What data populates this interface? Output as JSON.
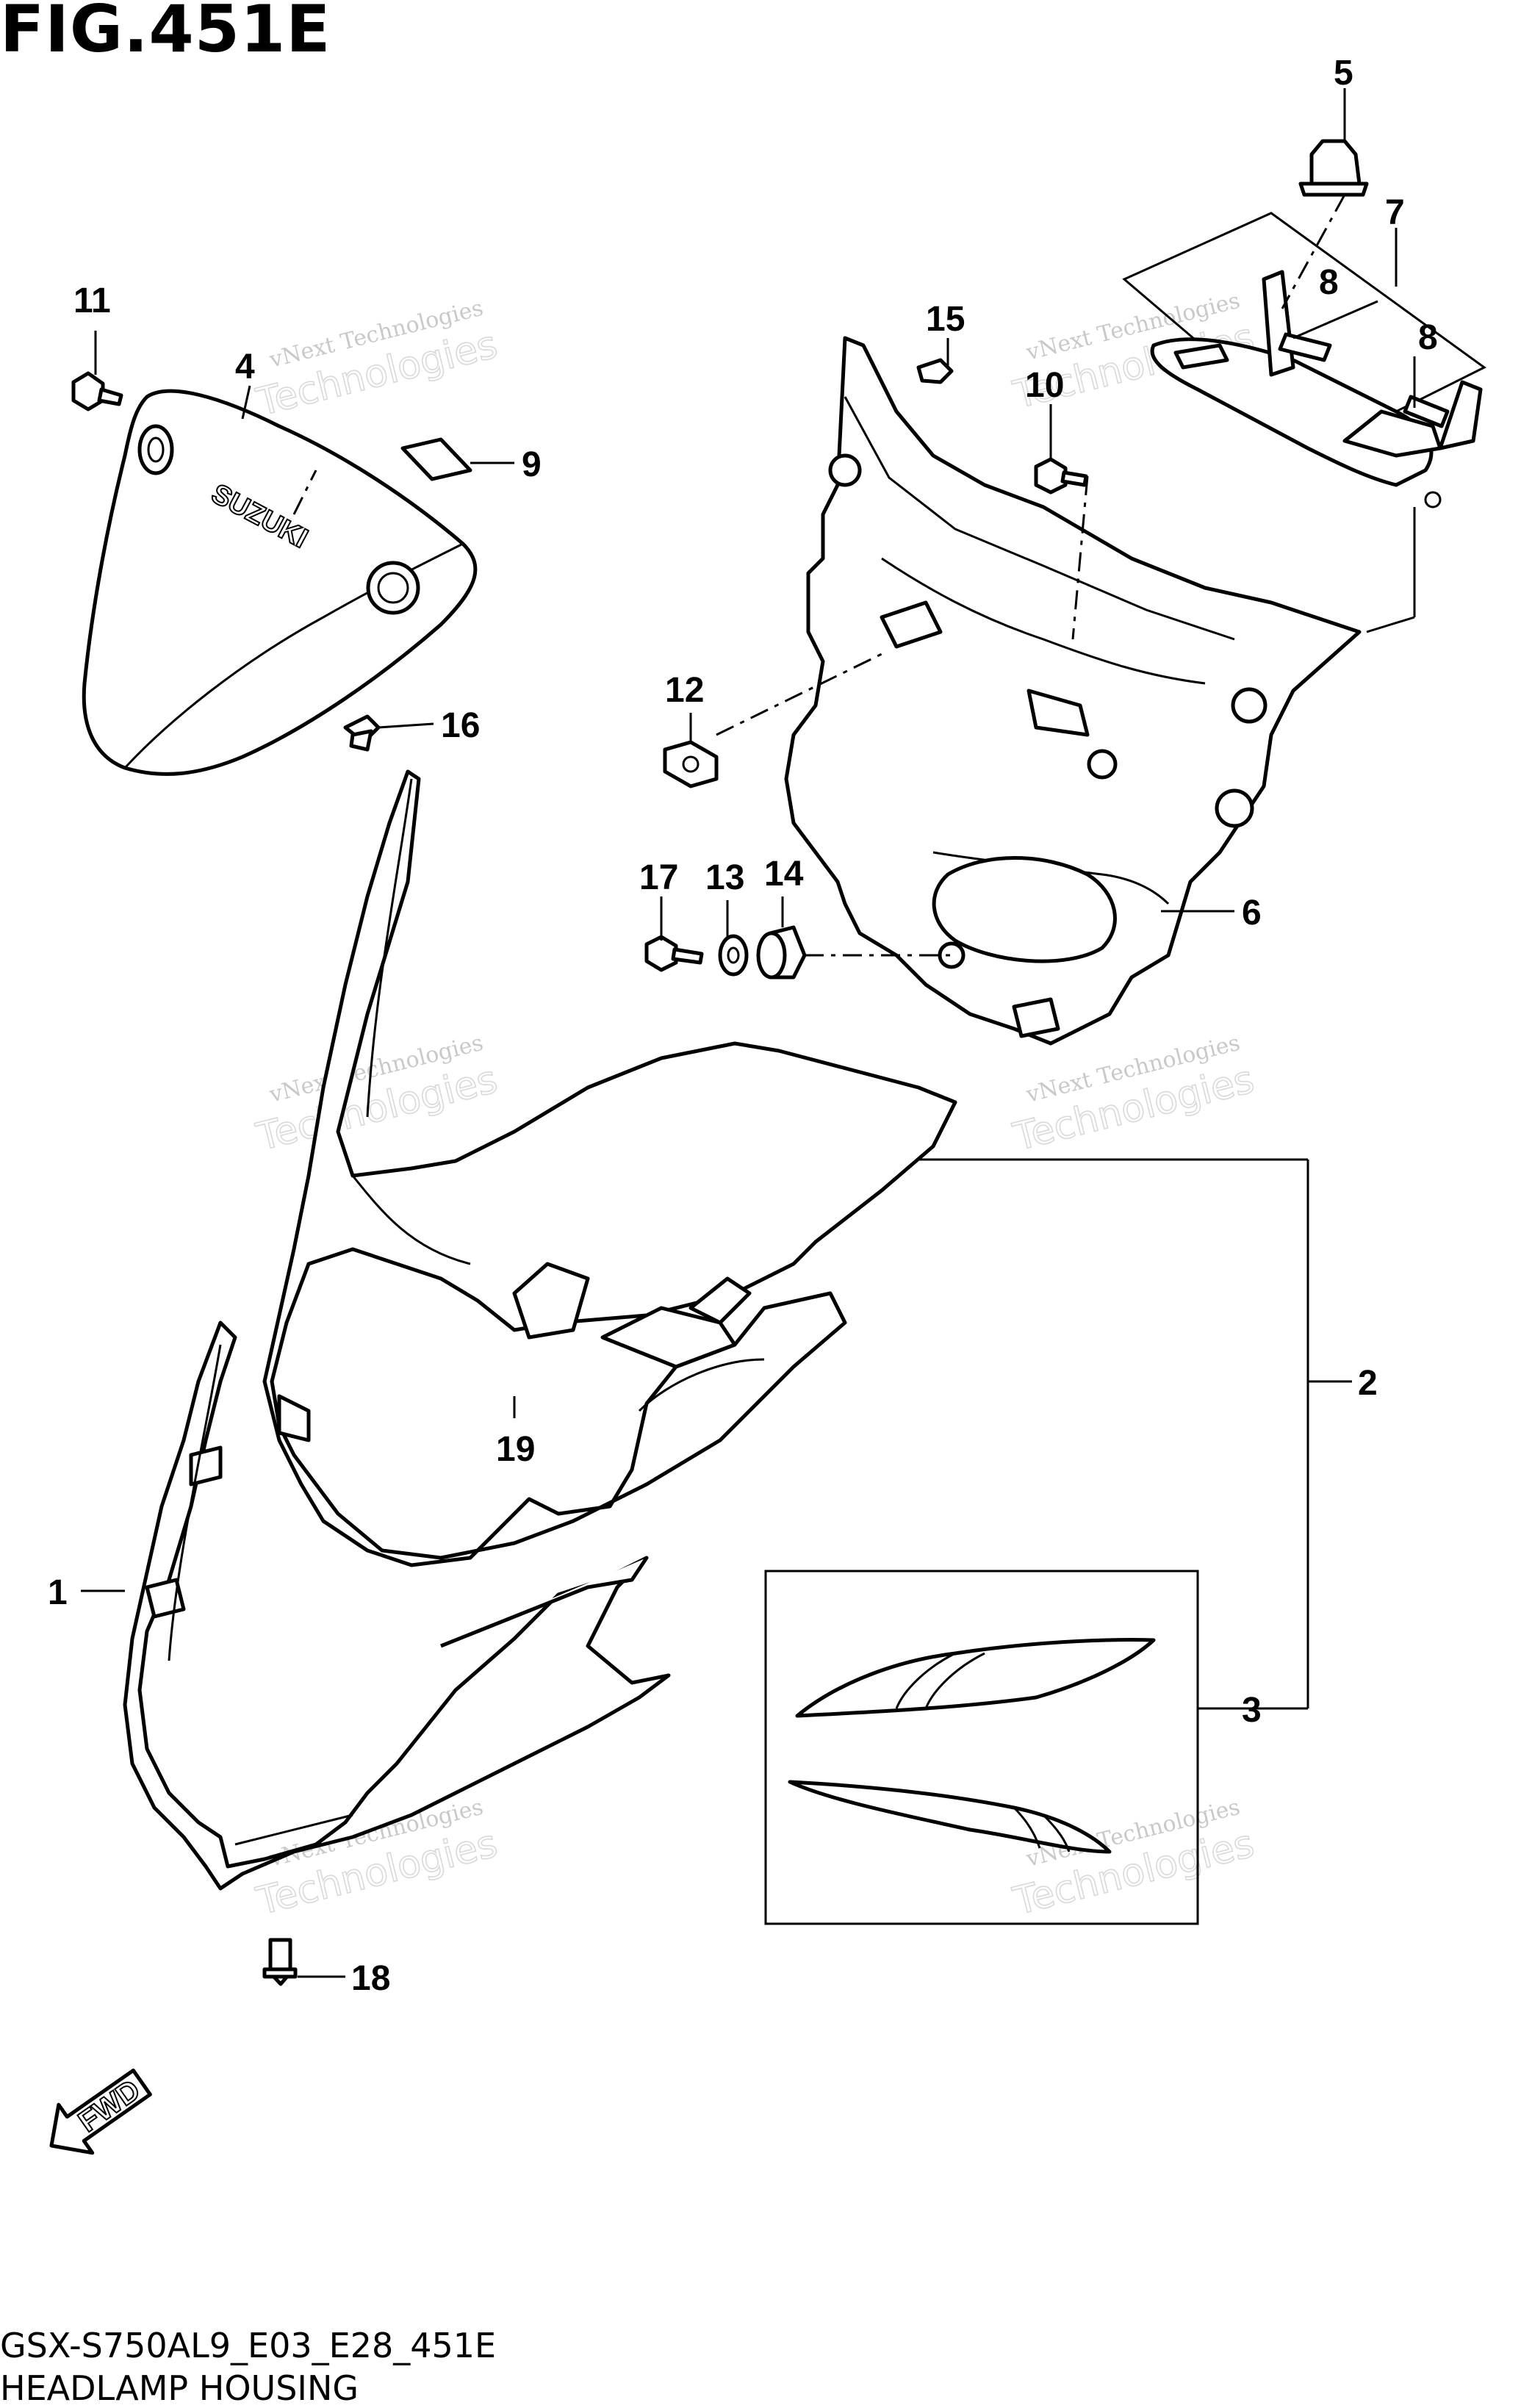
{
  "figure": {
    "title": "FIG.451E",
    "model_code": "GSX-S750AL9_E03_E28_451E",
    "name": "HEADLAMP HOUSING"
  },
  "callouts": [
    "1",
    "2",
    "3",
    "4",
    "5",
    "6",
    "7",
    "8",
    "8",
    "9",
    "10",
    "11",
    "12",
    "13",
    "14",
    "15",
    "16",
    "17",
    "18",
    "19"
  ],
  "watermark": {
    "line1": "vNext Technologies",
    "line2": "Technologies"
  },
  "logo_text": "SUZUKI",
  "fwd_label": "FWD"
}
